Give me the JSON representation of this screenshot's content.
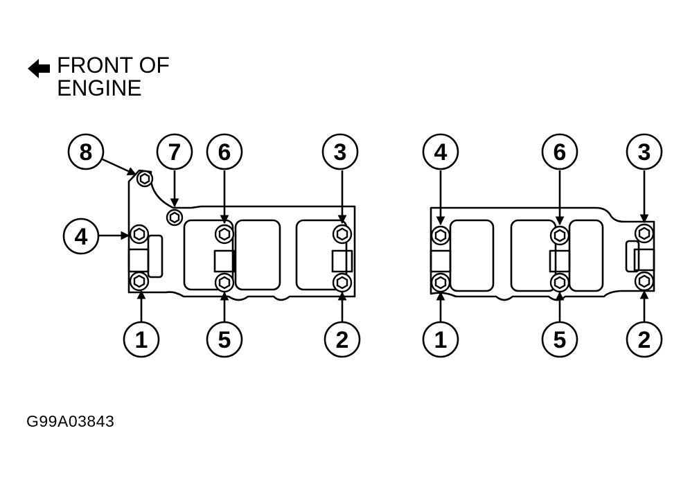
{
  "header": {
    "front_line1": "FRONT OF",
    "front_line2": "ENGINE",
    "arrow_icon": "left-arrow-icon"
  },
  "figure_id": "G99A03843",
  "left_manifold": {
    "callouts": [
      "8",
      "7",
      "6",
      "3",
      "4",
      "1",
      "5",
      "2"
    ]
  },
  "right_manifold": {
    "callouts": [
      "4",
      "6",
      "3",
      "1",
      "5",
      "2"
    ]
  },
  "colors": {
    "ink": "#000000",
    "background": "#ffffff"
  }
}
